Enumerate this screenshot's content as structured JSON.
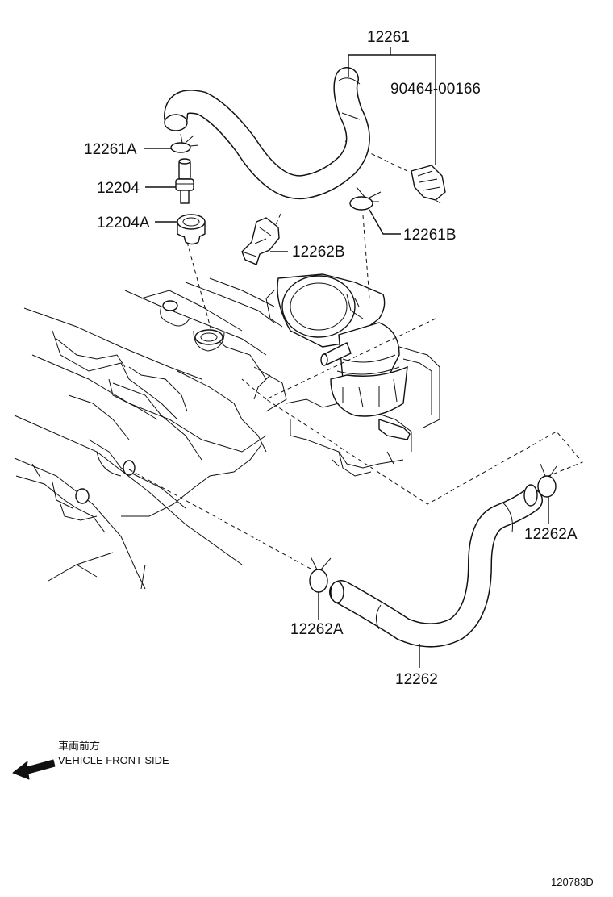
{
  "parts": {
    "p12261": "12261",
    "p90464": "90464-00166",
    "p12261A": "12261A",
    "p12204": "12204",
    "p12204A": "12204A",
    "p12262B": "12262B",
    "p12261B": "12261B",
    "p12262A_right": "12262A",
    "p12262A_left": "12262A",
    "p12262": "12262"
  },
  "direction": {
    "jp_label": "車両前方",
    "en_label": "VEHICLE FRONT SIDE",
    "icon": "arrow-left-icon"
  },
  "diagram_code": "120783D"
}
